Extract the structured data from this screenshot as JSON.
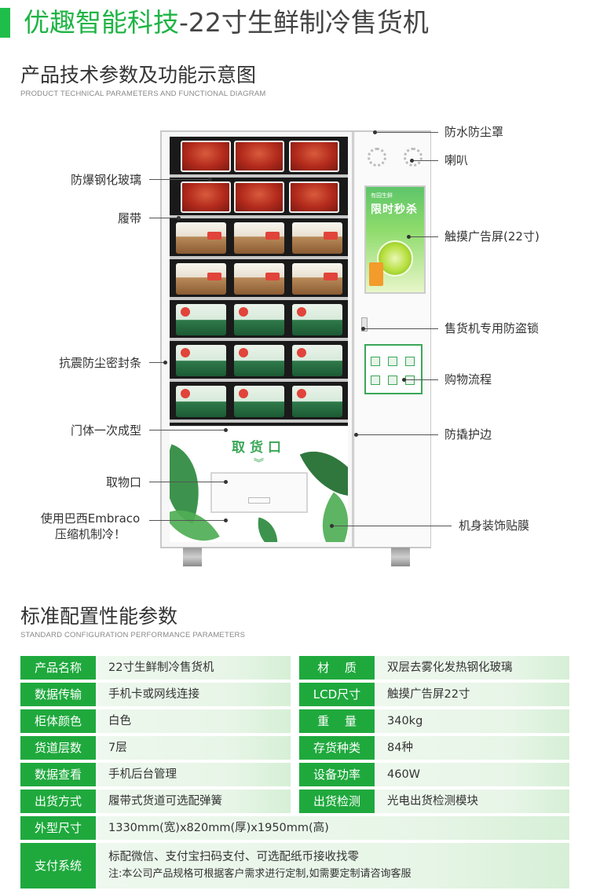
{
  "header": {
    "brand": "优趣智能科技",
    "product": "-22寸生鲜制冷售货机"
  },
  "section1": {
    "title": "产品技术参数及功能示意图",
    "subtitle": "PRODUCT TECHNICAL PARAMETERS AND FUNCTIONAL DIAGRAM"
  },
  "diagram": {
    "pickup_label": "取货口",
    "pickup_chevrons": "︾",
    "screen_small": "有园生鲜",
    "screen_big": "限时秒杀",
    "callouts_left": [
      "防爆钢化玻璃",
      "履带",
      "抗震防尘密封条",
      "门体一次成型",
      "取物口",
      "使用巴西Embraco",
      "压缩机制冷！"
    ],
    "callouts_right": [
      "防水防尘罩",
      "喇叭",
      "触摸广告屏(22寸)",
      "售货机专用防盗锁",
      "购物流程",
      "防撬护边",
      "机身装饰贴膜"
    ]
  },
  "section2": {
    "title": "标准配置性能参数",
    "subtitle": "STANDARD CONFIGURATION PERFORMANCE PARAMETERS"
  },
  "specs": {
    "rows": [
      {
        "l1": "产品名称",
        "v1": "22寸生鲜制冷售货机",
        "l2": "材　 质",
        "v2": "双层去雾化发热钢化玻璃"
      },
      {
        "l1": "数据传输",
        "v1": "手机卡或网线连接",
        "l2": "LCD尺寸",
        "v2": "触摸广告屏22寸"
      },
      {
        "l1": "柜体颜色",
        "v1": "白色",
        "l2": "重　 量",
        "v2": "340kg"
      },
      {
        "l1": "货道层数",
        "v1": "7层",
        "l2": "存货种类",
        "v2": "84种"
      },
      {
        "l1": "数据查看",
        "v1": "手机后台管理",
        "l2": "设备功率",
        "v2": "460W"
      },
      {
        "l1": "出货方式",
        "v1": "履带式货道可选配弹簧",
        "l2": "出货检测",
        "v2": "光电出货检测模块"
      }
    ],
    "size_label": "外型尺寸",
    "size_value": "1330mm(宽)x820mm(厚)x1950mm(高)",
    "pay_label": "支付系统",
    "pay_value": "标配微信、支付宝扫码支付、可选配纸币接收找零",
    "pay_note": "注:本公司产品规格可根据客户需求进行定制,如需要定制请咨询客服"
  },
  "colors": {
    "brand_green": "#1fb445",
    "label_bg": "#1fa93d",
    "value_bg": "#eef8ee"
  }
}
